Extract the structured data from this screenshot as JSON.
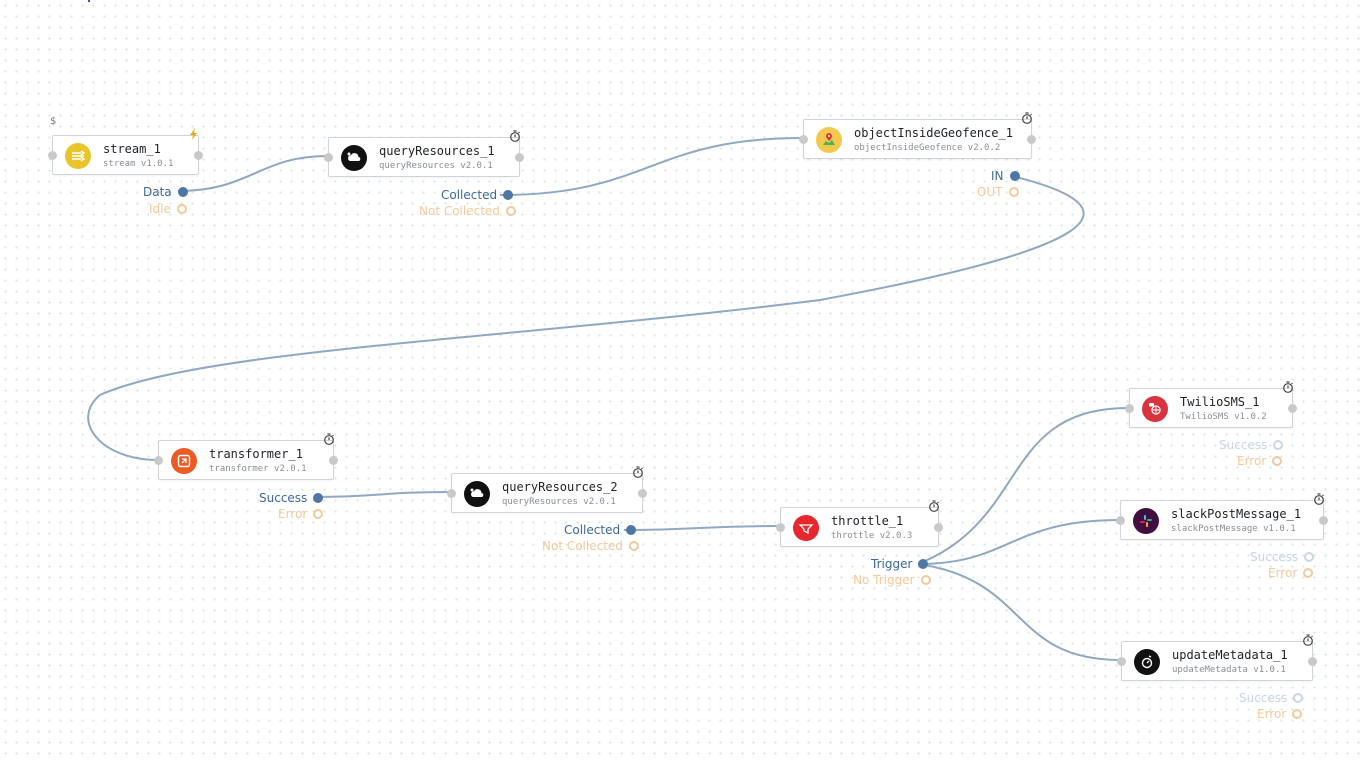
{
  "canvas": {
    "top_symbol": "$",
    "wire_color": "#8fa9c2",
    "port_active_color": "#4e77a6",
    "port_inactive_color": "#f3c99a"
  },
  "nodes": {
    "stream_1": {
      "title": "stream_1",
      "subtitle": "stream v1.0.1",
      "icon": "stream-icon",
      "icon_color": "#e8c52a",
      "badge": "lightning-icon",
      "outputs": [
        "Data",
        "Idle"
      ]
    },
    "queryResources_1": {
      "title": "queryResources_1",
      "subtitle": "queryResources v2.0.1",
      "icon": "cloud-search-icon",
      "icon_color": "#111111",
      "badge": "timer-icon",
      "outputs": [
        "Collected",
        "Not Collected"
      ]
    },
    "objectInsideGeofence_1": {
      "title": "objectInsideGeofence_1",
      "subtitle": "objectInsideGeofence v2.0.2",
      "icon": "map-pin-icon",
      "icon_color": "#f2c94c",
      "badge": "timer-icon",
      "outputs": [
        "IN",
        "OUT"
      ]
    },
    "transformer_1": {
      "title": "transformer_1",
      "subtitle": "transformer v2.0.1",
      "icon": "transform-icon",
      "icon_color": "#ee5a24",
      "badge": "timer-icon",
      "outputs": [
        "Success",
        "Error"
      ]
    },
    "queryResources_2": {
      "title": "queryResources_2",
      "subtitle": "queryResources v2.0.1",
      "icon": "cloud-search-icon",
      "icon_color": "#111111",
      "badge": "timer-icon",
      "outputs": [
        "Collected",
        "Not Collected"
      ]
    },
    "throttle_1": {
      "title": "throttle_1",
      "subtitle": "throttle v2.0.3",
      "icon": "throttle-icon",
      "icon_color": "#e8262b",
      "badge": "timer-icon",
      "outputs": [
        "Trigger",
        "No Trigger"
      ]
    },
    "TwilioSMS_1": {
      "title": "TwilioSMS_1",
      "subtitle": "TwilioSMS v1.0.2",
      "icon": "sms-icon",
      "icon_color": "#d9333f",
      "badge": "timer-icon",
      "outputs": [
        "Success",
        "Error"
      ]
    },
    "slackPostMessage_1": {
      "title": "slackPostMessage_1",
      "subtitle": "slackPostMessage v1.0.1",
      "icon": "slack-icon",
      "icon_color": "#3f0f3f",
      "badge": "timer-icon",
      "outputs": [
        "Success",
        "Error"
      ]
    },
    "updateMetadata_1": {
      "title": "updateMetadata_1",
      "subtitle": "updateMetadata v1.0.1",
      "icon": "metadata-icon",
      "icon_color": "#111111",
      "badge": "timer-icon",
      "outputs": [
        "Success",
        "Error"
      ]
    }
  }
}
